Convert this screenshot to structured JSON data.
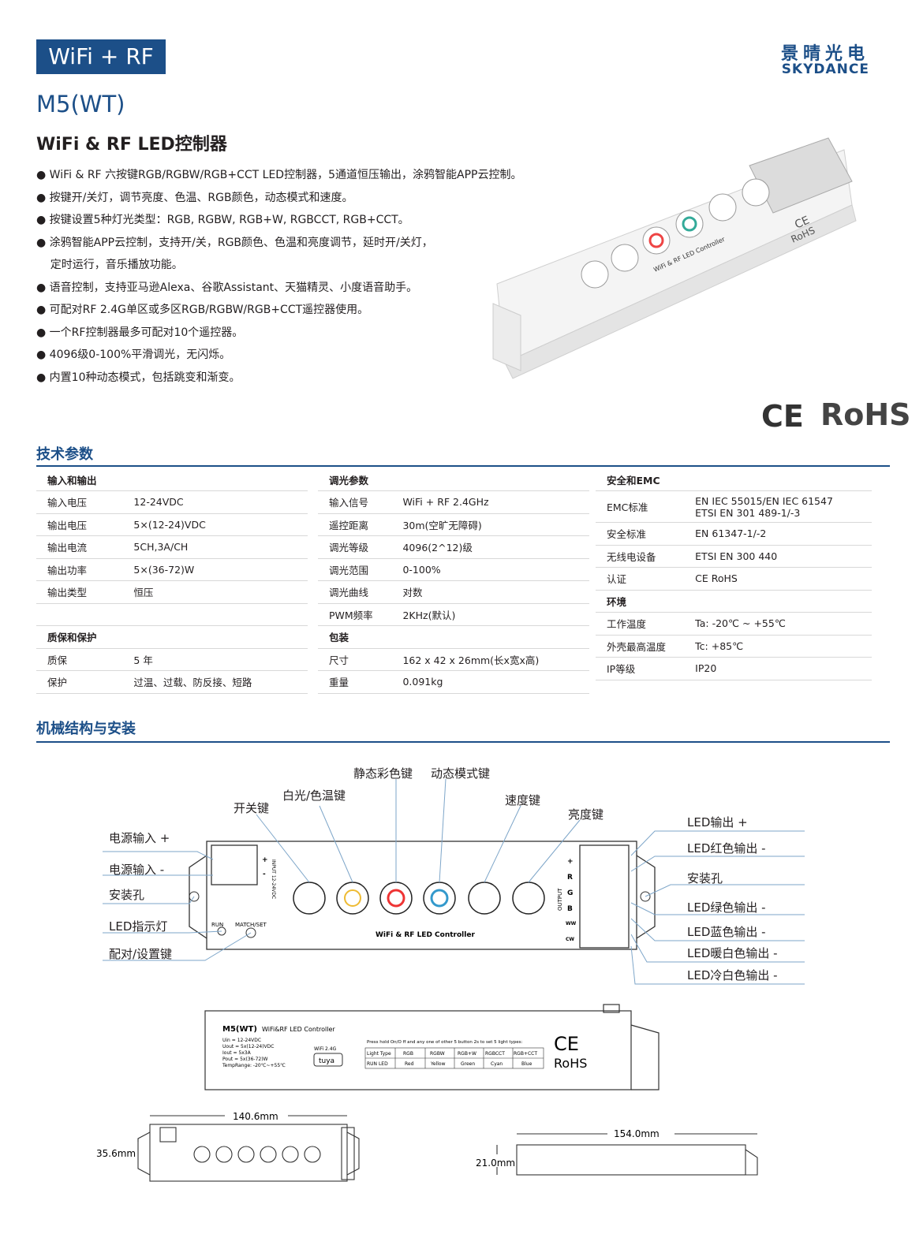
{
  "header": {
    "badge": "WiFi + RF",
    "brand_cn": "景晴光电",
    "brand_en": "SKYDANCE",
    "model": "M5(WT)",
    "subtitle": "WiFi & RF LED控制器"
  },
  "features": [
    "● WiFi & RF 六按键RGB/RGBW/RGB+CCT LED控制器，5通道恒压输出，涂鸦智能APP云控制。",
    "● 按键开/关灯，调节亮度、色温、RGB颜色，动态模式和速度。",
    "● 按键设置5种灯光类型：RGB, RGBW, RGB+W, RGBCCT, RGB+CCT。",
    "●  涂鸦智能APP云控制，支持开/关，RGB颜色、色温和亮度调节，延时开/关灯，",
    "    定时运行，音乐播放功能。",
    "●  语音控制，支持亚马逊Alexa、谷歌Assistant、天猫精灵、小度语音助手。",
    "●  可配对RF 2.4G单区或多区RGB/RGBW/RGB+CCT遥控器使用。",
    "● 一个RF控制器最多可配对10个遥控器。",
    "●  4096级0-100%平滑调光，无闪烁。",
    "● 内置10种动态模式，包括跳变和渐变。"
  ],
  "certs": {
    "ce": "CE",
    "rohs": "RoHS"
  },
  "spec_title": "技术参数",
  "spec": {
    "col1": [
      [
        "输入和输出",
        ""
      ],
      [
        "输入电压",
        "12-24VDC"
      ],
      [
        "输出电压",
        "5×(12-24)VDC"
      ],
      [
        "输出电流",
        "5CH,3A/CH"
      ],
      [
        "输出功率",
        "5×(36-72)W"
      ],
      [
        "输出类型",
        "恒压"
      ],
      [
        "",
        ""
      ],
      [
        "质保和保护",
        ""
      ],
      [
        "质保",
        "5 年"
      ],
      [
        "保护",
        "过温、过载、防反接、短路"
      ]
    ],
    "col2": [
      [
        "调光参数",
        ""
      ],
      [
        "输入信号",
        "WiFi + RF 2.4GHz"
      ],
      [
        "遥控距离",
        "30m(空旷无障碍)"
      ],
      [
        "调光等级",
        "4096(2^12)级"
      ],
      [
        "调光范围",
        "0-100%"
      ],
      [
        "调光曲线",
        "对数"
      ],
      [
        "PWM频率",
        "2KHz(默认)"
      ],
      [
        "包装",
        ""
      ],
      [
        "尺寸",
        "162 x 42 x 26mm(长x宽x高)"
      ],
      [
        "重量",
        "0.091kg"
      ]
    ],
    "col3": [
      [
        "安全和EMC",
        ""
      ],
      [
        "EMC标准",
        "EN IEC 55015/EN IEC 61547\nETSI EN 301 489-1/-3"
      ],
      [
        "安全标准",
        "EN 61347-1/-2"
      ],
      [
        "无线电设备",
        "ETSI EN 300 440"
      ],
      [
        "认证",
        "CE RoHS"
      ],
      [
        "环境",
        ""
      ],
      [
        "工作温度",
        "Ta: -20℃ ~ +55℃"
      ],
      [
        "外壳最高温度",
        "Tc: +85℃"
      ],
      [
        "IP等级",
        "IP20"
      ]
    ]
  },
  "mech_title": "机械结构与安装",
  "callouts": {
    "static": "静态彩色键",
    "dynamic": "动态模式键",
    "white": "白光/色温键",
    "speed": "速度键",
    "power": "开关键",
    "bright": "亮度键",
    "pin": "电源输入 +",
    "nin": "电源输入 -",
    "hole": "安装孔",
    "led": "LED指示灯",
    "match": "配对/设置键",
    "lp": "LED输出 +",
    "lr": "LED红色输出 -",
    "hole2": "安装孔",
    "lg": "LED绿色输出 -",
    "lb": "LED蓝色输出 -",
    "lww": "LED暖白色输出 -",
    "lcw": "LED冷白色输出 -"
  },
  "front": {
    "label": "WiFi & RF LED Controller",
    "run": "RUN",
    "match": "MATCH/SET",
    "input": "INPUT 12-24VDC",
    "output": "OUTPUT",
    "term_l": [
      "+",
      "-"
    ],
    "term_r": [
      "+",
      "R",
      "G",
      "B",
      "WW",
      "CW"
    ]
  },
  "backlabel": {
    "model": "M5(WT)",
    "title": "WiFi&RF LED Controller",
    "lines": [
      "Uin  = 12-24VDC",
      "Uout = 5x(12-24)VDC",
      "Iout  = 5x3A",
      "Pout = 5x(36-72)W",
      "TempRange: -20℃~+55℃"
    ],
    "wifi": "WiFi 2.4G",
    "tuya": "tuya",
    "press": "Press hold On/O ff and any one of other 5 button 2s to set 5 light types:",
    "th": [
      "Light Type",
      "RGB",
      "RGBW",
      "RGB+W",
      "RGBCCT",
      "RGB+CCT"
    ],
    "tr": [
      "RUN LED",
      "Red",
      "Yellow",
      "Green",
      "Cyan",
      "Blue"
    ],
    "ce": "CE",
    "rohs": "RoHS"
  },
  "dims": {
    "w1": "140.6mm",
    "h1": "35.6mm",
    "w2": "154.0mm",
    "h2": "21.0mm"
  },
  "product_photo": {
    "label": "WiFi & RF LED Controller",
    "ce": "CE",
    "rohs": "RoHS"
  }
}
